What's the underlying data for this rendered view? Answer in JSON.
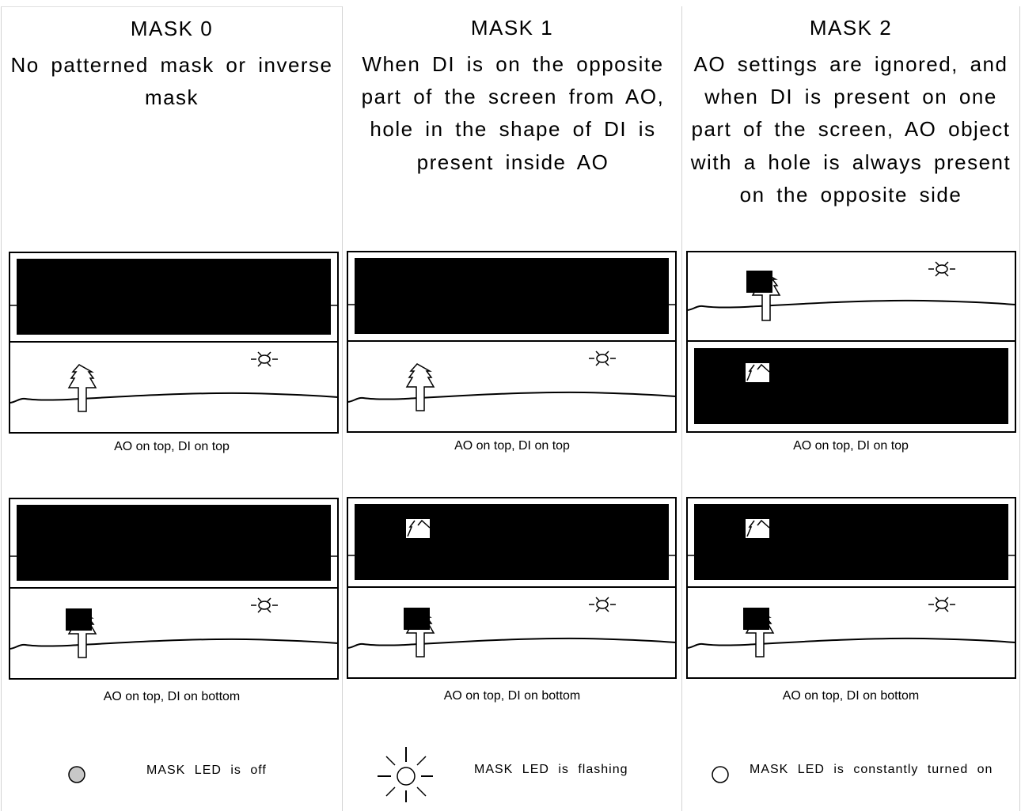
{
  "columns": [
    {
      "title": "MASK  0",
      "description": "No patterned mask or inverse mask",
      "captions": [
        "AO on top, DI on top",
        "AO on top, DI on bottom"
      ],
      "led_icon": "led-off-icon",
      "led_text": "MASK  LED  is  off"
    },
    {
      "title": "MASK  1",
      "description": "When DI is on the opposite part of the screen from AO, hole in the shape of DI is present inside AO",
      "captions": [
        "AO on top, DI on top",
        "AO on top, DI on bottom"
      ],
      "led_icon": "led-flashing-icon",
      "led_text": "MASK  LED  is  flashing"
    },
    {
      "title": "MASK  2",
      "description": "AO settings are ignored, and when DI is present on one part of the screen, AO object with a hole is always present on the opposite side",
      "captions": [
        "AO on top, DI on top",
        "AO on top, DI on bottom"
      ],
      "led_icon": "led-on-icon",
      "led_text": "MASK  LED  is  constantly  turned  on"
    }
  ],
  "colors": {
    "ao_fill": "#000000",
    "led_off_fill": "#c8c8c8",
    "background": "#ffffff"
  }
}
